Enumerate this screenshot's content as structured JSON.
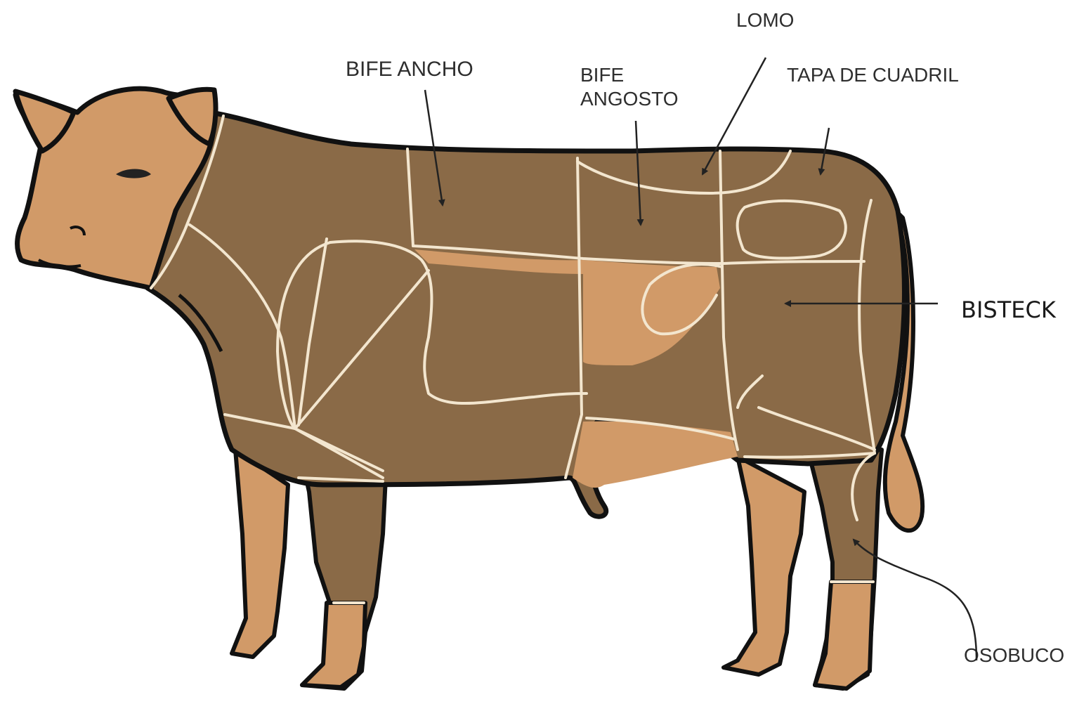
{
  "diagram": {
    "colors": {
      "body": "#8a6a47",
      "light": "#d19a68",
      "cut_lines": "#f3e6cf",
      "outline": "#111111"
    },
    "labels": {
      "bife_ancho": "BIFE ANCHO",
      "bife_angosto_line1": "BIFE",
      "bife_angosto_line2": "ANGOSTO",
      "lomo": "LOMO",
      "tapa_de_cuadril": "TAPA DE CUADRIL",
      "bisteck": "BISTECK",
      "osobuco": "OSOBUCO"
    }
  }
}
